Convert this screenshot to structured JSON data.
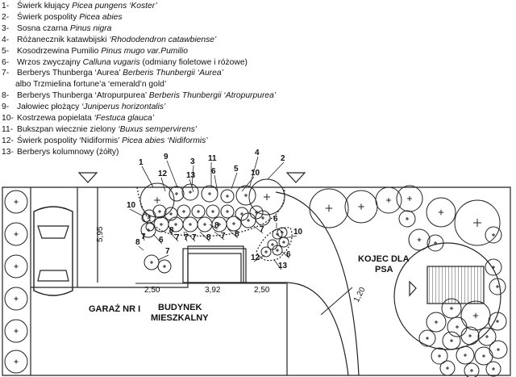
{
  "legend": [
    {
      "num": "1-",
      "name": "Świerk kłujący",
      "latin": "Picea pungens ‘Koster’"
    },
    {
      "num": "2-",
      "name": "Świerk pospolity",
      "latin": "Picea abies"
    },
    {
      "num": "3-",
      "name": "Sosna czarna",
      "latin": "Pinus nigra"
    },
    {
      "num": "4-",
      "name": "Różanecznik katawbijski",
      "latin": "‘Rhododendron catawbiense’"
    },
    {
      "num": "5-",
      "name": "Kosodrzewina Pumilio",
      "latin": "Pinus mugo var.Pumilio"
    },
    {
      "num": "6-",
      "name": "Wrzos zwyczajny",
      "latin": "Calluna vugaris",
      "extra": "(odmiany fioletowe i różowe)"
    },
    {
      "num": "7-",
      "name": "Berberys Thunberga ‘Aurea’",
      "latin": "Berberis Thunbergii ‘Aurea’",
      "subline": "albo Trzmielina fortune’a ‘emerald’n gold’"
    },
    {
      "num": "8-",
      "name": "Berberys Thunberga ‘Atropurpurea’",
      "latin": "Berberis Thunbergii ‘Atropurpurea’"
    },
    {
      "num": "9-",
      "name": "Jałowiec płożący",
      "latin": "‘Juniperus horizontalis’"
    },
    {
      "num": "10-",
      "name": "Kostrzewa popielata",
      "latin": "‘Festuca glauca’"
    },
    {
      "num": "11-",
      "name": "Bukszpan wiecznie zielony",
      "latin": "‘Buxus sempervirens’"
    },
    {
      "num": "12-",
      "name": "Świerk pospolity ‘Nidiformis’",
      "latin": "Picea abies ‘Nidiformis’"
    },
    {
      "num": "13-",
      "name": "Berberys kolumnowy (żółty)",
      "latin": ""
    }
  ],
  "plan": {
    "garage_label": "GARAŻ NR I",
    "building_label_1": "BUDYNEK",
    "building_label_2": "MIESZKALNY",
    "dog_pen_label_1": "KOJEC DLA",
    "dog_pen_label_2": "PSA",
    "dim_595": "5,95",
    "dim_250_left": "2,50",
    "dim_392": "3,92",
    "dim_250_right": "2,50",
    "dim_120": "1,20",
    "plant_numbers": {
      "n1": "1",
      "n2": "2",
      "n3": "3",
      "n4": "4",
      "n5": "5",
      "n6a": "6",
      "n6b": "6",
      "n6c": "6",
      "n6d": "6",
      "n7a": "7",
      "n7b": "7",
      "n7c": "7",
      "n7d": "7",
      "n7e": "7",
      "n7f": "7",
      "n7g": "7",
      "n8a": "8",
      "n8b": "8",
      "n8c": "8",
      "n8d": "8",
      "n8e": "8",
      "n9": "9",
      "n10a": "10",
      "n10b": "10",
      "n10c": "10",
      "n11": "11",
      "n12a": "12",
      "n12b": "12",
      "n13a": "13",
      "n13b": "13"
    }
  }
}
